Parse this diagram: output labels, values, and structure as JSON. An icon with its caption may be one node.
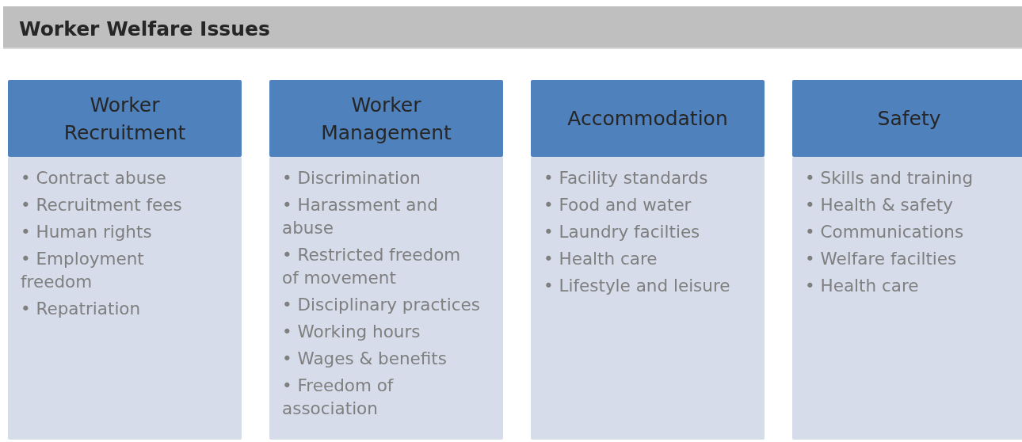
{
  "diagram": {
    "title": "Worker Welfare Issues",
    "nodes": [
      {
        "text": [
          "Worker Recruitment"
        ]
      },
      {
        "text": [
          "• Contract abuse",
          "• Recruitment fees",
          "• Human rights",
          "• Employment freedom",
          "• Repatriation"
        ]
      },
      {
        "text": [
          "Worker Management"
        ]
      },
      {
        "text": [
          "• Discrimination",
          "• Harassment and abuse",
          "• Restricted freedom of movement",
          "• Disciplinary practices",
          "• Working hours",
          "• Wages & benefits",
          "• Freedom of association"
        ]
      },
      {
        "text": [
          "Accommodation"
        ]
      },
      {
        "text": [
          "• Facility standards",
          "• Food and water",
          "• Laundry facilties",
          "• Health care",
          "• Lifestyle and leisure"
        ]
      },
      {
        "text": [
          "Safety"
        ]
      },
      {
        "text": [
          "• Skills and training",
          "• Health & safety",
          "• Communications",
          "• Welfare facilties",
          "• Health care"
        ]
      }
    ],
    "edges": []
  }
}
